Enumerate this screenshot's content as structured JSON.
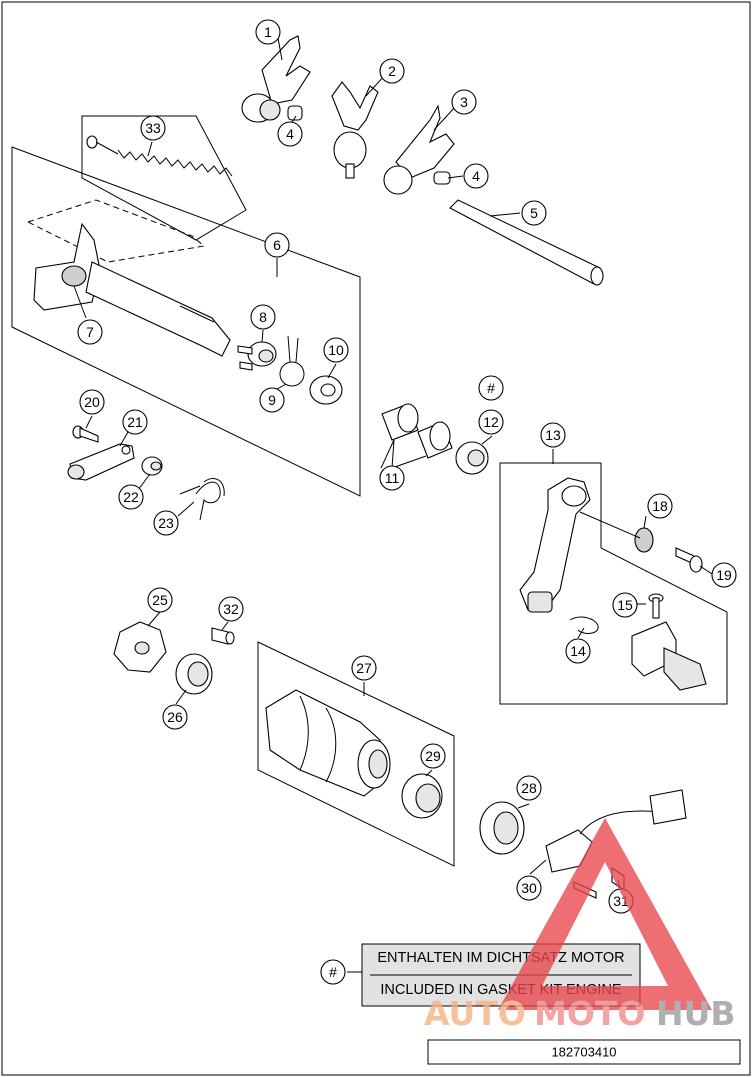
{
  "diagram": {
    "drawing_number": "182703410",
    "note": {
      "symbol": "#",
      "line1": "ENTHALTEN IM DICHTSATZ MOTOR",
      "line2": "INCLUDED IN GASKET KIT ENGINE"
    },
    "callouts": [
      "1",
      "2",
      "3",
      "4",
      "4",
      "5",
      "6",
      "7",
      "8",
      "9",
      "10",
      "#",
      "12",
      "11",
      "13",
      "18",
      "19",
      "15",
      "14",
      "20",
      "21",
      "22",
      "23",
      "25",
      "32",
      "26",
      "27",
      "29",
      "28",
      "30",
      "31",
      "33"
    ],
    "watermark": {
      "part1": "AUTO",
      "part2": "MOTO",
      "part3": "HUB",
      "colors": {
        "auto": "#f4b183",
        "moto": "#f08a8a",
        "hub": "#999999",
        "triangle": "#e8474c"
      }
    }
  }
}
